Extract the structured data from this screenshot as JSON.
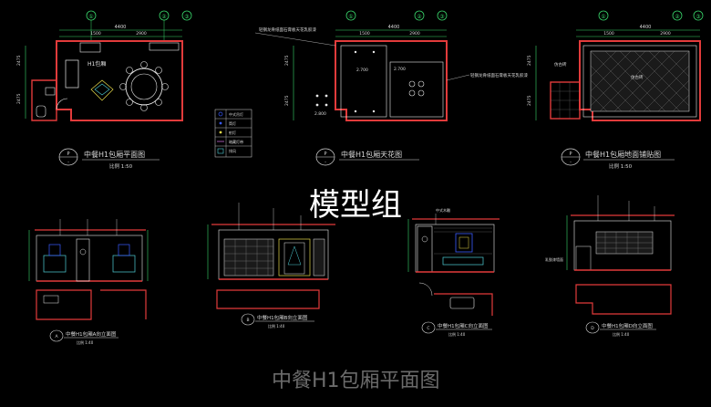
{
  "watermark": "模型组",
  "sheet_title": "中餐H1包厢平面图",
  "colors": {
    "wall": "#e23b3b",
    "dim": "#39d66b",
    "text": "#d9d9d9",
    "furniture": "#e8e8e8",
    "cyan": "#4fd1d9",
    "blue": "#3a5cff",
    "yellow": "#e6d94a",
    "magenta": "#c56bd6",
    "title": "#6b6b6b"
  },
  "plans": [
    {
      "id": "floor-plan",
      "title": "中餐H1包厢平面图",
      "scale": "比例 1:50",
      "tag": "P",
      "tag_sub": "-",
      "overall_dim": "4400",
      "sub_dims": [
        "1500",
        "2900"
      ],
      "side_dims": [
        "2475",
        "2475"
      ],
      "room_label": "H1包厢",
      "grid_tags": [
        "①",
        "②",
        "③"
      ]
    },
    {
      "id": "ceiling-plan",
      "title": "中餐H1包厢天花图",
      "scale": "",
      "tag": "P",
      "tag_sub": "-",
      "overall_dim": "4400",
      "sub_dims": [
        "1500",
        "2900"
      ],
      "side_dims": [
        "2475",
        "2475"
      ],
      "note_top": "轻钢龙骨纸面石膏板天花乳胶漆",
      "note_right": "轻钢龙骨纸面石膏板天花乳胶漆",
      "level_1": "2.700",
      "level_2": "2.700",
      "level_3": "2.800",
      "grid_tags": [
        "①",
        "②",
        "③"
      ]
    },
    {
      "id": "floor-finish-plan",
      "title": "中餐H1包厢地面铺贴图",
      "scale": "比例 1:50",
      "tag": "P",
      "tag_sub": "-",
      "overall_dim": "4400",
      "sub_dims": [
        "1500",
        "2900"
      ],
      "side_dims": [
        "2475",
        "2475"
      ],
      "left_note": "仿古砖",
      "center_note": "仿古砖",
      "grid_tags": [
        "①",
        "②",
        "③"
      ]
    }
  ],
  "legend": {
    "items": [
      "中式吊灯",
      "筒灯",
      "射灯",
      "暗藏灯带",
      "排风"
    ]
  },
  "elevations": [
    {
      "id": "elev-a",
      "tag": "A",
      "title": "中餐H1包厢A向立面图",
      "scale": "比例 1:40"
    },
    {
      "id": "elev-b",
      "tag": "B",
      "title": "中餐H1包厢B向立面图",
      "scale": "比例 1:40"
    },
    {
      "id": "elev-c",
      "tag": "C",
      "title": "中餐H1包厢C向立面图",
      "scale": "比例 1:40"
    },
    {
      "id": "elev-d",
      "tag": "D",
      "title": "中餐H1包厢D向立面图",
      "scale": "比例 1:40"
    }
  ],
  "elev_notes": {
    "c_label": "中式木雕",
    "d_side_note": "乳胶漆墙面"
  }
}
